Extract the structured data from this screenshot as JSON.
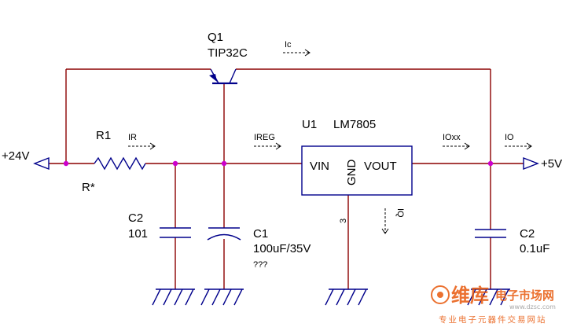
{
  "labels": {
    "q1_ref": "Q1",
    "q1_part": "TIP32C",
    "ic": "Ic",
    "r1_ref": "R1",
    "r1_note": "R*",
    "ir": "IR",
    "ireg": "IREG",
    "u1_ref": "U1",
    "u1_part": "LM7805",
    "vin": "VIN",
    "gnd": "GND",
    "vout": "VOUT",
    "pin3": "3",
    "iq": "IQ",
    "ioxx": "IOxx",
    "io": "IO",
    "in_voltage": "+24V",
    "out_voltage": "+5V",
    "c2_left_ref": "C2",
    "c2_left_val": "101",
    "c1_ref": "C1",
    "c1_val": "100uF/35V",
    "c1_note": "???",
    "c2_right_ref": "C2",
    "c2_right_val": "0.1uF"
  },
  "watermark": {
    "brand": "维库",
    "site_cn": "电子市场网",
    "url": "www.dzsc.com",
    "tagline": "专业电子元器件交易网站"
  },
  "colors": {
    "wire": "#8b0000",
    "component": "#00008b",
    "node": "#cc00cc",
    "watermark": "#e8590c"
  }
}
